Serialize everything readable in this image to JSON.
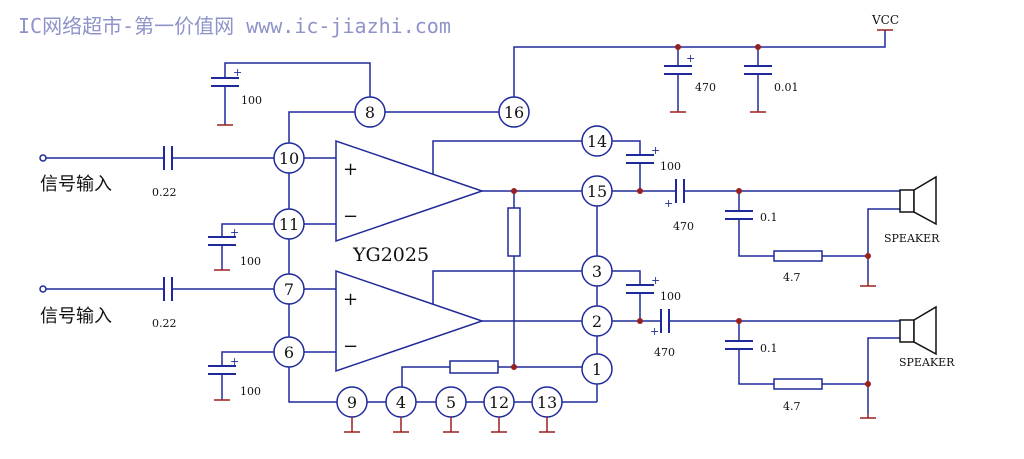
{
  "header": {
    "watermark": "IC网络超市-第一价值网 www.ic-jiazhi.com"
  },
  "labels": {
    "vcc": "VCC",
    "chip": "YG2025",
    "input1": "信号输入",
    "input2": "信号输入",
    "speaker1": "SPEAKER",
    "speaker2": "SPEAKER",
    "plus": "+",
    "minus": "−"
  },
  "components": {
    "c_470_supply": "470",
    "c_001_supply": "0.01",
    "c_100_pin8": "100",
    "c_100_pin14": "100",
    "c_470_out1": "470",
    "c_01_out1": "0.1",
    "r_47_out1": "4.7",
    "c_022_in1": "0.22",
    "c_100_pin11": "100",
    "c_022_in2": "0.22",
    "c_100_pin3": "100",
    "c_470_out2": "470",
    "c_01_out2": "0.1",
    "r_47_out2": "4.7",
    "c_100_pin6": "100"
  },
  "pins": {
    "p8": "8",
    "p16": "16",
    "p14": "14",
    "p10": "10",
    "p15": "15",
    "p11": "11",
    "p3": "3",
    "p7": "7",
    "p2": "2",
    "p6": "6",
    "p1": "1",
    "p9": "9",
    "p4": "4",
    "p5": "5",
    "p12": "12",
    "p13": "13"
  },
  "colors": {
    "wire": "#1e2a9a",
    "ground": "#9a1f1f",
    "dot": "#9a1f1f",
    "watermark": "#8e93c9"
  }
}
